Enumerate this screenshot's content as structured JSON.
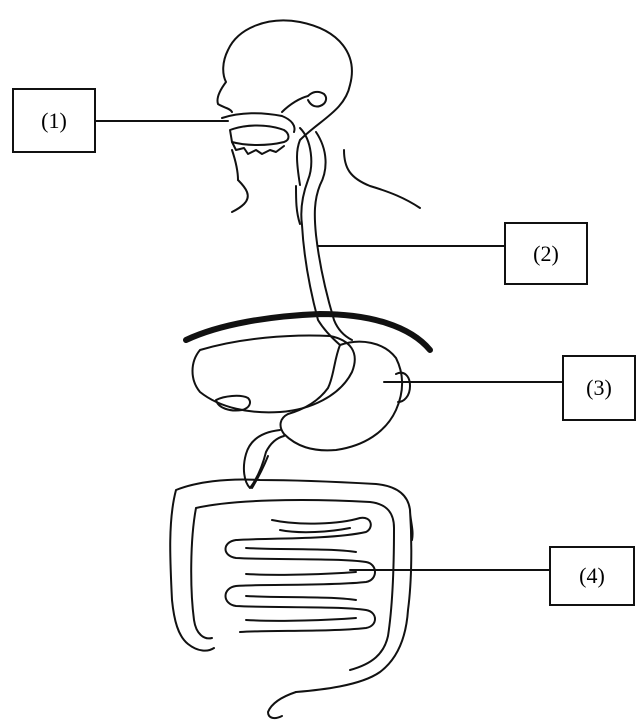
{
  "labels": [
    {
      "id": "1",
      "text": "(1)"
    },
    {
      "id": "2",
      "text": "(2)"
    },
    {
      "id": "3",
      "text": "(3)"
    },
    {
      "id": "4",
      "text": "(4)"
    }
  ],
  "colors": {
    "ink": "#111111",
    "background": "#ffffff"
  }
}
